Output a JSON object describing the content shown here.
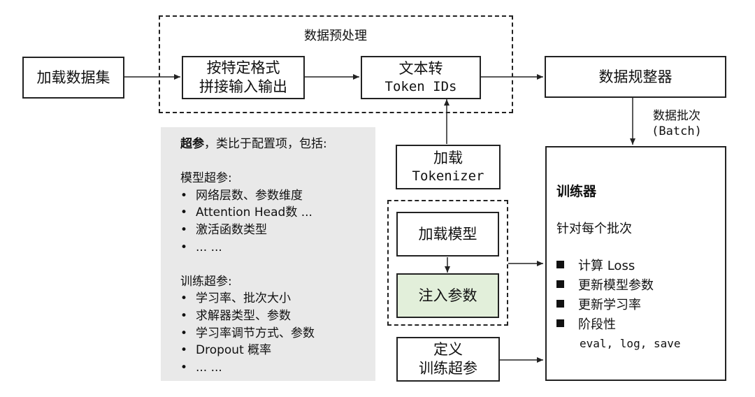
{
  "preprocess": {
    "title": "数据预处理",
    "load_dataset": "加载数据集",
    "concat_line1": "按特定格式",
    "concat_line2": "拼接输入输出",
    "tokenize_line1": "文本转",
    "tokenize_line2": "Token IDs"
  },
  "collator": {
    "label": "数据规整器"
  },
  "batch": {
    "line1": "数据批次",
    "line2": "(Batch)"
  },
  "tokenizer": {
    "line1": "加载",
    "line2": "Tokenizer"
  },
  "model": {
    "load": "加载模型",
    "inject": "注入参数"
  },
  "define_hparams": {
    "line1": "定义",
    "line2": "训练超参"
  },
  "hyperparams": {
    "title_bold": "超参",
    "title_rest": "，类比于配置项，包括:",
    "model_heading": "模型超参:",
    "model_items": [
      "网络层数、参数维度",
      "Attention Head数 ...",
      "激活函数类型",
      "... ..."
    ],
    "train_heading": "训练超参:",
    "train_items": [
      "学习率、批次大小",
      "求解器类型、参数",
      "学习率调节方式、参数",
      "Dropout 概率",
      "... ..."
    ],
    "bullet": "•"
  },
  "trainer": {
    "title": "训练器",
    "subtitle": "针对每个批次",
    "items": [
      "计算 Loss",
      "更新模型参数",
      "更新学习率",
      "阶段性"
    ],
    "stage_detail": "eval, log, save"
  },
  "colors": {
    "inject_fill": "#e2efda",
    "panel_fill": "#e9e9e9",
    "line": "#222222"
  }
}
